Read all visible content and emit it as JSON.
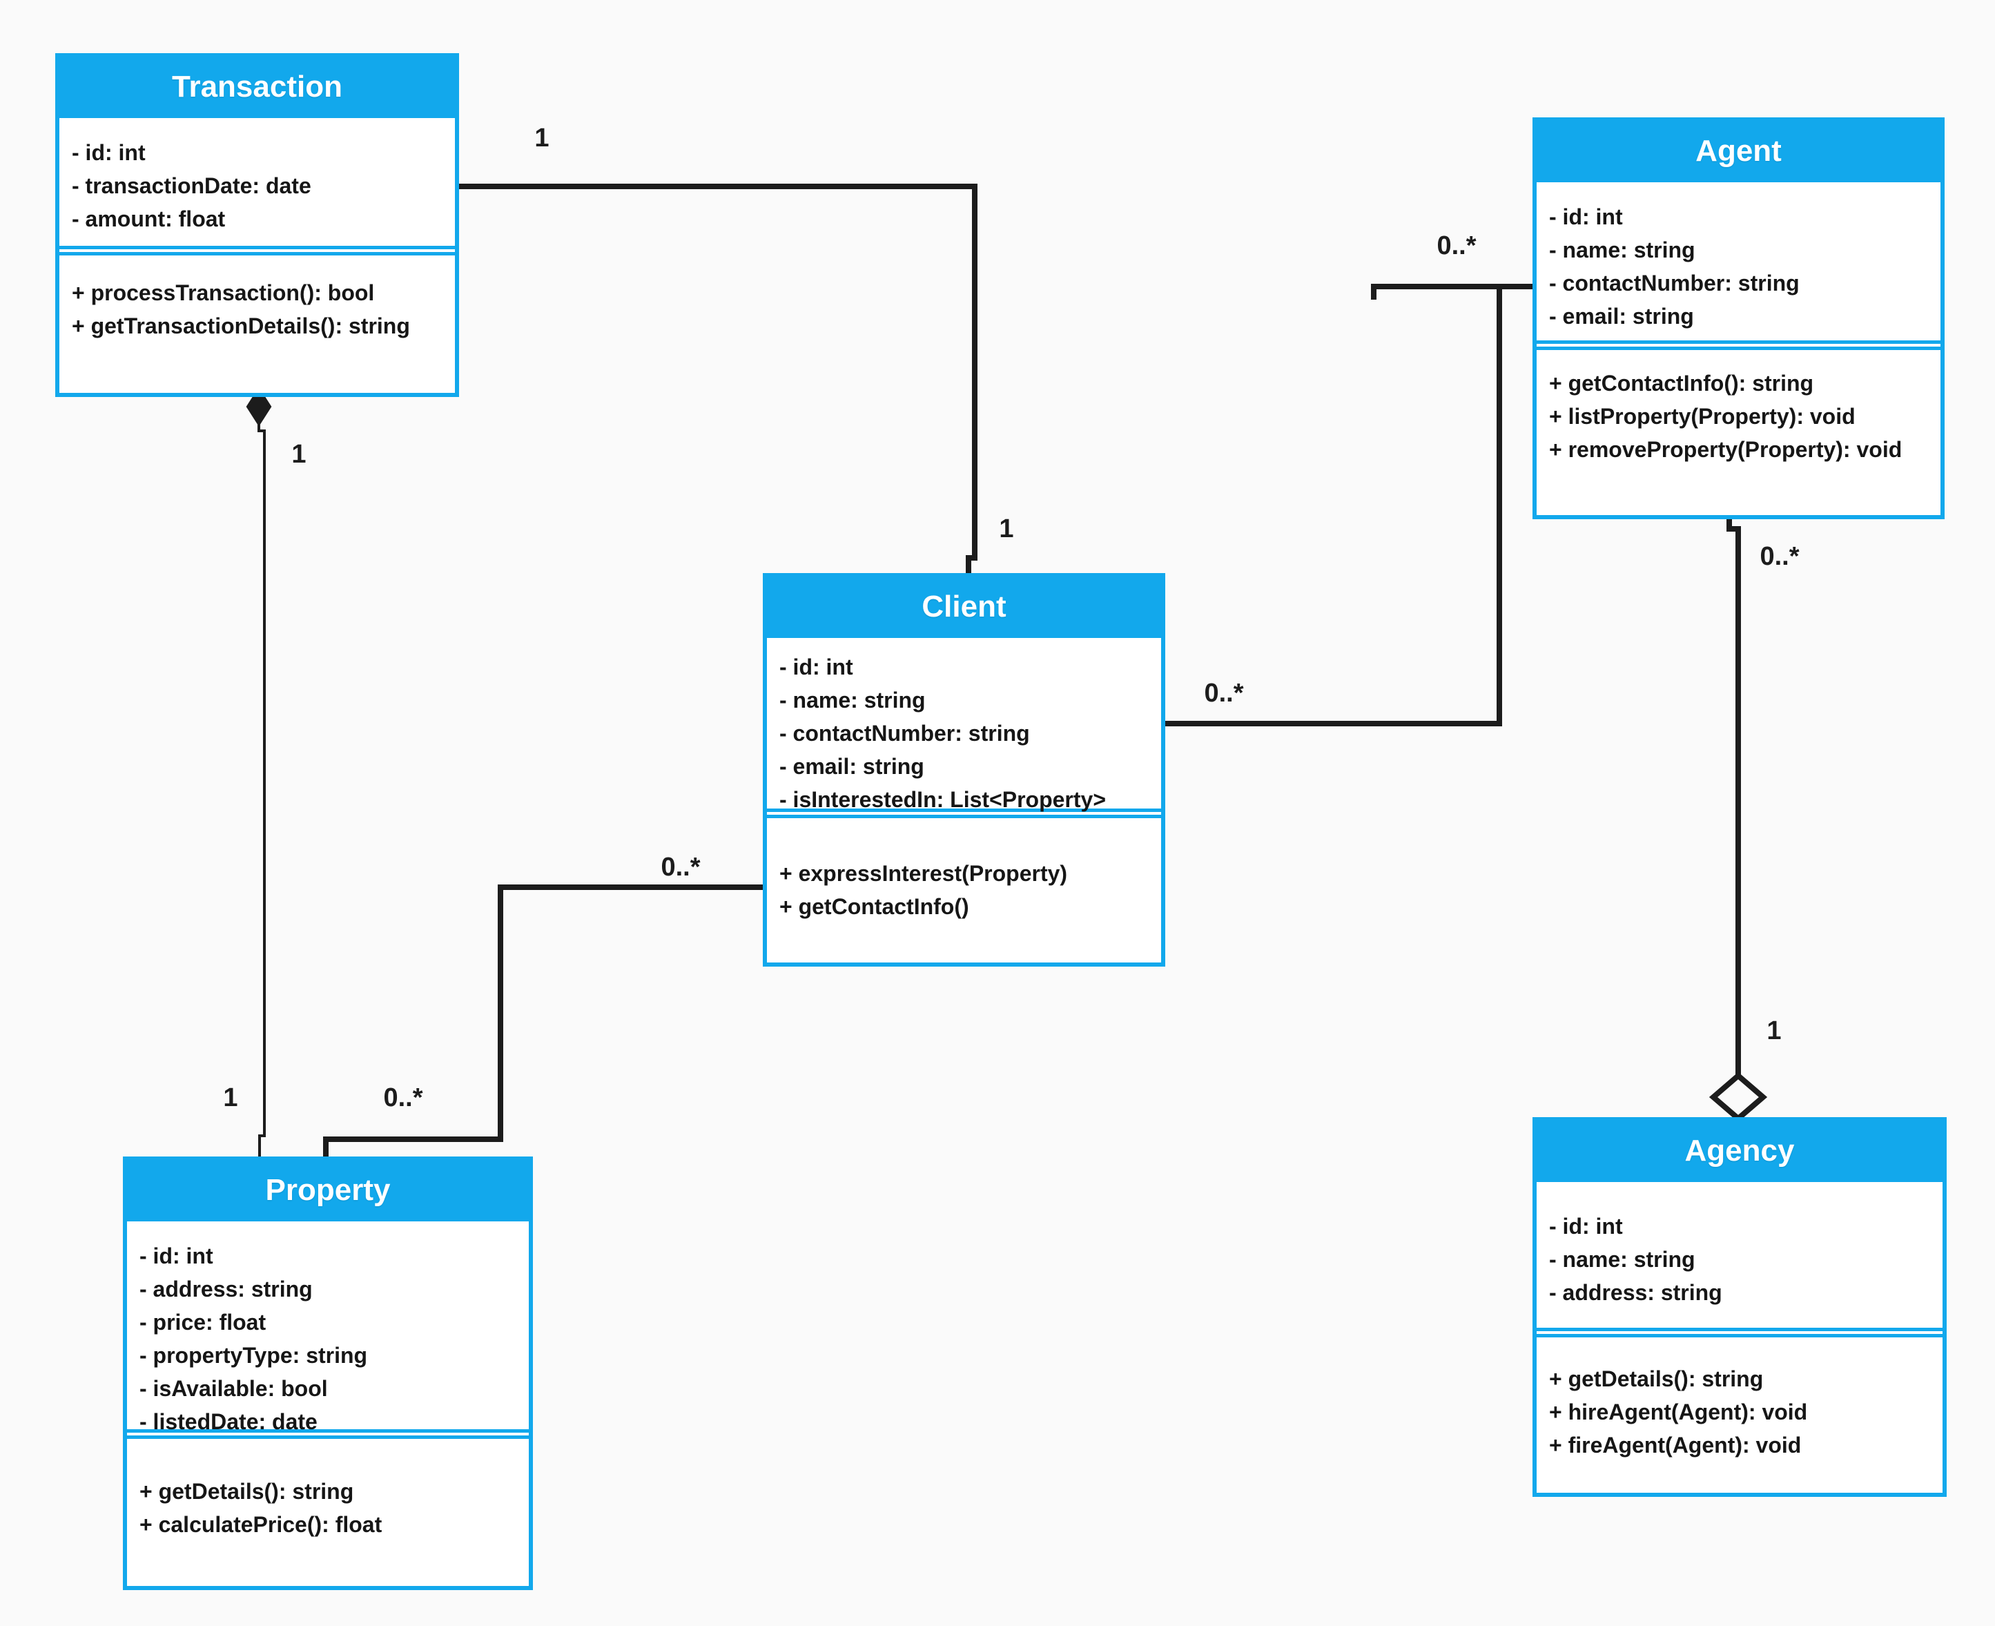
{
  "diagram": {
    "type": "uml-class-diagram",
    "colors": {
      "accent": "#12a8ec",
      "line": "#1c1c1c",
      "background": "#fafafa",
      "header_text": "#ffffff",
      "member_text": "#161616"
    },
    "classes": [
      {
        "id": "transaction",
        "title": "Transaction",
        "attributes": [
          "- id: int",
          "- transactionDate: date",
          "- amount: float"
        ],
        "methods": [
          "+ processTransaction(): bool",
          "+ getTransactionDetails(): string"
        ]
      },
      {
        "id": "agent",
        "title": "Agent",
        "attributes": [
          "- id: int",
          "- name: string",
          "- contactNumber: string",
          "- email: string"
        ],
        "methods": [
          "+ getContactInfo(): string",
          "+ listProperty(Property): void",
          "+ removeProperty(Property): void"
        ]
      },
      {
        "id": "client",
        "title": "Client",
        "attributes": [
          "- id: int",
          "- name: string",
          "- contactNumber: string",
          "- email: string",
          "- isInterestedIn: List<Property>"
        ],
        "methods": [
          "+ expressInterest(Property)",
          "+ getContactInfo()"
        ]
      },
      {
        "id": "property",
        "title": "Property",
        "attributes": [
          "- id: int",
          "- address: string",
          "- price: float",
          "- propertyType: string",
          "- isAvailable: bool",
          "- listedDate: date"
        ],
        "methods": [
          "+ getDetails(): string",
          "+ calculatePrice(): float"
        ]
      },
      {
        "id": "agency",
        "title": "Agency",
        "attributes": [
          "- id: int",
          "- name: string",
          "- address: string"
        ],
        "methods": [
          "+ getDetails(): string",
          "+ hireAgent(Agent): void",
          "+ fireAgent(Agent): void"
        ]
      }
    ],
    "relationships": [
      {
        "id": "transaction-client",
        "from": "Transaction",
        "to": "Client",
        "type": "association",
        "from_label": "1",
        "to_label": "1"
      },
      {
        "id": "client-agent",
        "from": "Client",
        "to": "Agent",
        "type": "association",
        "from_label": "0..*",
        "to_label": "0..*"
      },
      {
        "id": "agent-agency",
        "from": "Agent",
        "to": "Agency",
        "type": "aggregation",
        "from_label": "0..*",
        "to_label": "1"
      },
      {
        "id": "transaction-property",
        "from": "Transaction",
        "to": "Property",
        "type": "composition",
        "from_label": "1",
        "to_label": "1"
      },
      {
        "id": "client-property",
        "from": "Client",
        "to": "Property",
        "type": "association",
        "from_label": "0..*",
        "to_label": "0..*"
      }
    ]
  }
}
